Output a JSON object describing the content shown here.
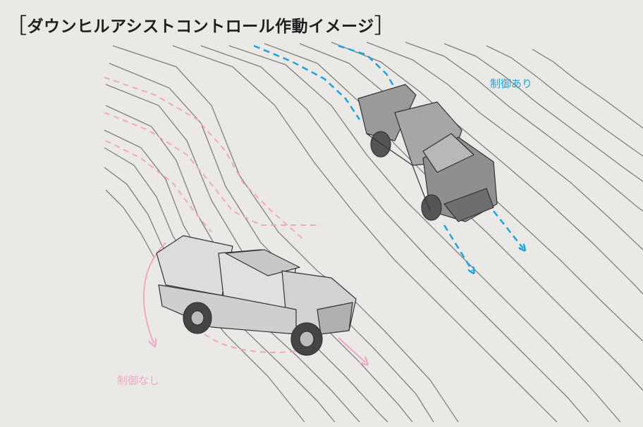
{
  "title": "ダウンヒルアシストコントロール作動イメージ",
  "title_bracket_open": "［",
  "title_bracket_close": "］",
  "labels": {
    "with_control": "制御あり",
    "without_control": "制御なし"
  },
  "colors": {
    "background": "#ebe9e6",
    "with_control": "#1aa3e0",
    "without_control": "#f0a7c4",
    "terrain_lines": "#7a7a7a",
    "vehicle": "#8c8c8c"
  },
  "icons": {
    "controlled_vehicle": "pickup-truck-icon",
    "uncontrolled_vehicle": "pickup-truck-icon"
  }
}
